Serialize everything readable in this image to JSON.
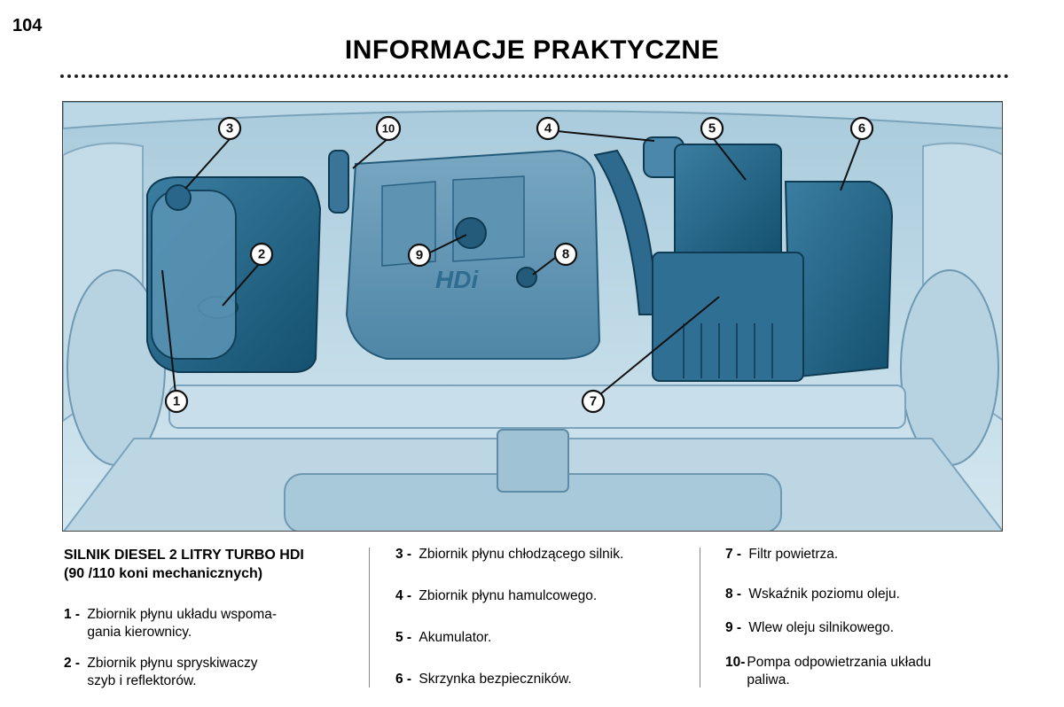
{
  "header": {
    "page_number": "104",
    "title": "INFORMACJE PRAKTYCZNE"
  },
  "figure": {
    "engine_cover_label": "HDi",
    "callouts": [
      "1",
      "2",
      "3",
      "4",
      "5",
      "6",
      "7",
      "8",
      "9",
      "10"
    ]
  },
  "legend": {
    "heading_line1": "SILNIK DIESEL 2 LITRY TURBO HDI",
    "heading_line2": "(90 /110 koni mechanicznych)",
    "items": [
      {
        "num": "1 - ",
        "text": "Zbiornik płynu układu wspoma-\ngania kierownicy."
      },
      {
        "num": "2 - ",
        "text": "Zbiornik płynu spryskiwaczy\nszyb i reflektorów."
      },
      {
        "num": "3 - ",
        "text": "Zbiornik płynu chłodzącego silnik."
      },
      {
        "num": "4 - ",
        "text": "Zbiornik płynu hamulcowego."
      },
      {
        "num": "5 - ",
        "text": "Akumulator."
      },
      {
        "num": "6 - ",
        "text": "Skrzynka bezpieczników."
      },
      {
        "num": "7 - ",
        "text": "Filtr powietrza."
      },
      {
        "num": "8 - ",
        "text": "Wskaźnik poziomu oleju."
      },
      {
        "num": "9 - ",
        "text": "Wlew oleju silnikowego."
      },
      {
        "num": "10-",
        "text": "Pompa odpowietrzania układu\npaliwa."
      }
    ]
  }
}
